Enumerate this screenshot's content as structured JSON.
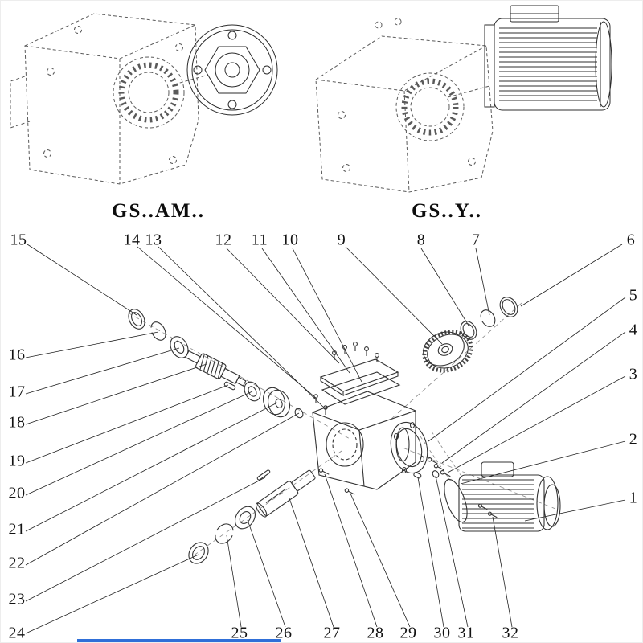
{
  "figure": {
    "variants": {
      "left_label": "GS..AM..",
      "right_label": "GS..Y.."
    },
    "line_color": "#333333",
    "dashed_color": "#5a5a5a",
    "accent_blue": "#2f6fd8"
  },
  "callouts": [
    {
      "label": "1"
    },
    {
      "label": "2"
    },
    {
      "label": "3"
    },
    {
      "label": "4"
    },
    {
      "label": "5"
    },
    {
      "label": "6"
    },
    {
      "label": "7"
    },
    {
      "label": "8"
    },
    {
      "label": "9"
    },
    {
      "label": "10"
    },
    {
      "label": "11"
    },
    {
      "label": "12"
    },
    {
      "label": "13"
    },
    {
      "label": "14"
    },
    {
      "label": "15"
    },
    {
      "label": "16"
    },
    {
      "label": "17"
    },
    {
      "label": "18"
    },
    {
      "label": "19"
    },
    {
      "label": "20"
    },
    {
      "label": "21"
    },
    {
      "label": "22"
    },
    {
      "label": "23"
    },
    {
      "label": "24"
    },
    {
      "label": "25"
    },
    {
      "label": "26"
    },
    {
      "label": "27"
    },
    {
      "label": "28"
    },
    {
      "label": "29"
    },
    {
      "label": "30"
    },
    {
      "label": "31"
    },
    {
      "label": "32"
    }
  ]
}
